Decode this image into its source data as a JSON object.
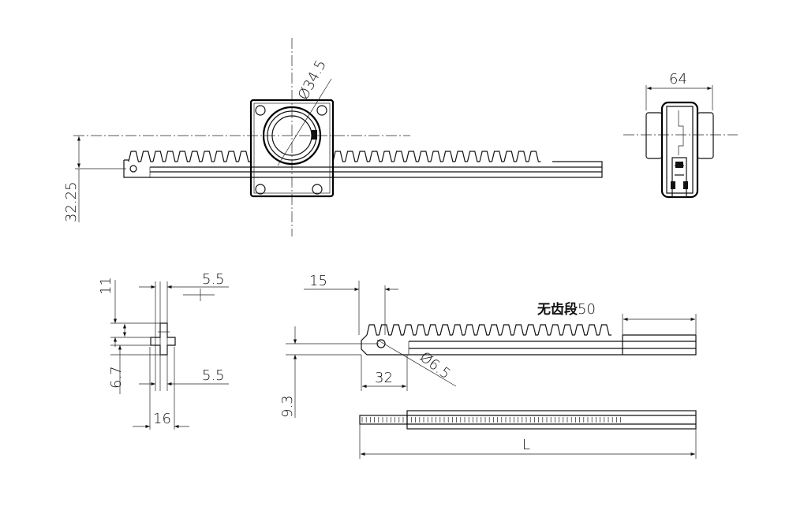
{
  "drawing": {
    "front_view": {
      "diameter_label": "Ø34.5",
      "height_label": "32.25"
    },
    "side_view": {
      "width_label": "64"
    },
    "section_view": {
      "dim_top_label": "5.5",
      "dim_height_label": "11",
      "dim_lower_label": "6.7",
      "dim_right_label": "5.5",
      "dim_width_label": "16"
    },
    "rack_detail": {
      "offset_label": "15",
      "toothless_label": "无齿段",
      "toothless_value": "50",
      "hole_label": "Ø6.5",
      "hole_pos_label": "32",
      "hole_height_label": "9.3",
      "length_label": "L"
    }
  }
}
